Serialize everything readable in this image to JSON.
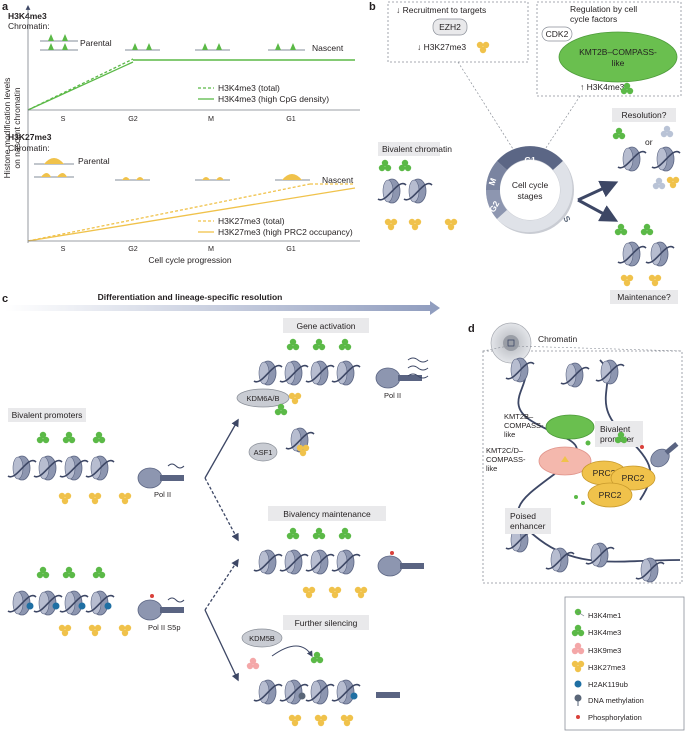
{
  "panel_a": {
    "letter": "a",
    "top_title": "H3K4me3",
    "top_chromatin": "Chromatin:",
    "top_parental": "Parental",
    "top_nascent": "Nascent",
    "top_legend_total": "H3K4me3 (total)",
    "top_legend_high": "H3K4me3 (high CpG density)",
    "bottom_title": "H3K27me3",
    "bottom_chromatin": "Chromatin:",
    "bottom_parental": "Parental",
    "bottom_nascent": "Nascent",
    "bottom_legend_total": "H3K27me3 (total)",
    "bottom_legend_high": "H3K27me3 (high PRC2 occupancy)",
    "y_label_1": "Histone modification levels",
    "y_label_2": "on nascent chromatin",
    "phases": [
      "S",
      "G2",
      "M",
      "G1"
    ],
    "x_label": "Cell cycle progression",
    "colors": {
      "green": "#5bb947",
      "yellow": "#f0c24b"
    }
  },
  "panel_b": {
    "letter": "b",
    "box1_line1": "↓ Recruitment to targets",
    "box1_ezh2": "EZH2",
    "box1_mark": "↓ H3K27me3",
    "box2_line1": "Regulation by cell",
    "box2_line2": "cycle factors",
    "box2_cdk2": "CDK2",
    "box2_kmt_1": "KMT2B–COMPASS-",
    "box2_kmt_2": "like",
    "box2_mark": "↑ H3K4me3",
    "bivalent": "Bivalent chromatin",
    "ring_center_1": "Cell cycle",
    "ring_center_2": "stages",
    "ring_labels": [
      "G1",
      "M",
      "G2",
      "S"
    ],
    "resolution": "Resolution?",
    "or": "or",
    "maintenance": "Maintenance?"
  },
  "panel_c": {
    "letter": "c",
    "arrow_title": "Differentiation and lineage-specific resolution",
    "bivalent_promoters": "Bivalent promoters",
    "pol2": "Pol II",
    "pol2_s5p": "Pol II S5p",
    "gene_activation": "Gene activation",
    "kdm6": "KDM6A/B",
    "pol2_active": "Pol II",
    "asf1": "ASF1",
    "bivalency_maintenance": "Bivalency maintenance",
    "further_silencing": "Further silencing",
    "kdm5b": "KDM5B"
  },
  "panel_d": {
    "letter": "d",
    "chromatin": "Chromatin",
    "kmt2b_1": "KMT2B–",
    "kmt2b_2": "COMPASS-",
    "kmt2b_3": "like",
    "bivalent_1": "Bivalent",
    "bivalent_2": "promoter",
    "kmt2cd_1": "KMT2C/D–",
    "kmt2cd_2": "COMPASS-",
    "kmt2cd_3": "like",
    "prc2": "PRC2",
    "poised_1": "Poised",
    "poised_2": "enhancer"
  },
  "legend": {
    "items": [
      {
        "label": "H3K4me1",
        "icon": "green-single-dot",
        "color": "#5bb947"
      },
      {
        "label": "H3K4me3",
        "icon": "green-triple-dot",
        "color": "#5bb947"
      },
      {
        "label": "H3K9me3",
        "icon": "pink-triple-dot",
        "color": "#f4a7a8"
      },
      {
        "label": "H3K27me3",
        "icon": "yellow-triple-dot",
        "color": "#f0c24b"
      },
      {
        "label": "H2AK119ub",
        "icon": "blue-dot",
        "color": "#1f6fa3"
      },
      {
        "label": "DNA methylation",
        "icon": "lollipop",
        "color": "#5a6678"
      },
      {
        "label": "Phosphorylation",
        "icon": "red-dot",
        "color": "#d9403a"
      }
    ]
  }
}
